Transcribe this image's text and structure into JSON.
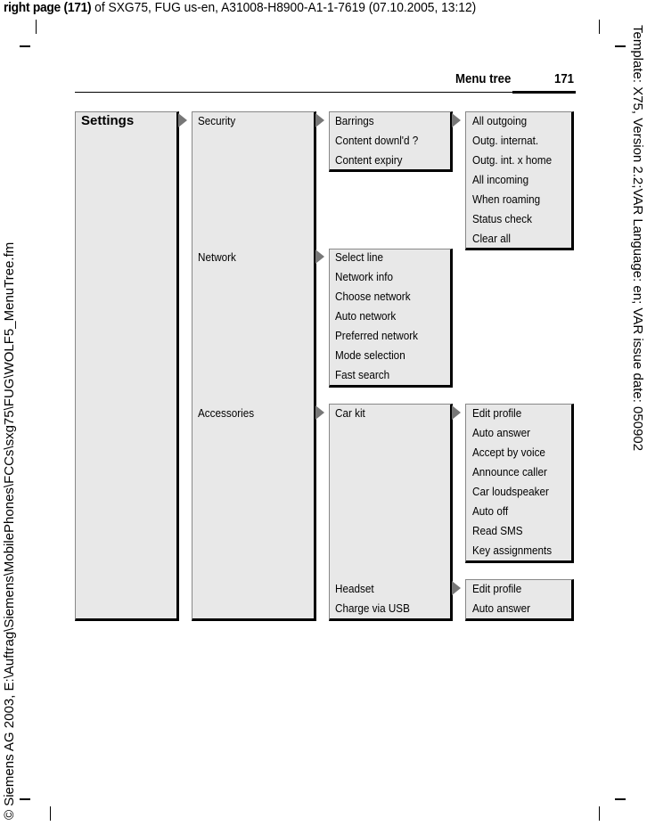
{
  "header": {
    "bold": "right page (171)",
    "rest": " of SXG75, FUG us-en, A31008-H8900-A1-1-7619 (07.10.2005, 13:12)"
  },
  "side_left": "© Siemens AG 2003, E:\\Auftrag\\Siemens\\MobilePhones\\FCCs\\sxg75\\FUG\\WOLF5_MenuTree.fm",
  "side_right": "Template: X75, Version 2.2;VAR Language: en; VAR issue date: 050902",
  "page": {
    "section": "Menu tree",
    "number": "171"
  },
  "tree": {
    "root": "Settings",
    "level2": [
      "Security",
      "Network",
      "Accessories"
    ],
    "security": [
      "Barrings",
      "Content downl'd ?",
      "Content expiry"
    ],
    "barrings": [
      "All outgoing",
      "Outg. internat.",
      "Outg. int. x home",
      "All incoming",
      "When roaming",
      "Status check",
      "Clear all"
    ],
    "network": [
      "Select line",
      "Network info",
      "Choose network",
      "Auto network",
      "Preferred network",
      "Mode selection",
      "Fast search"
    ],
    "accessories": [
      "Car kit",
      "Headset",
      "Charge via USB"
    ],
    "carkit": [
      "Edit profile",
      "Auto answer",
      "Accept by voice",
      "Announce caller",
      "Car loudspeaker",
      "Auto off",
      "Read SMS",
      "Key assignments"
    ],
    "headset": [
      "Edit profile",
      "Auto answer"
    ]
  }
}
